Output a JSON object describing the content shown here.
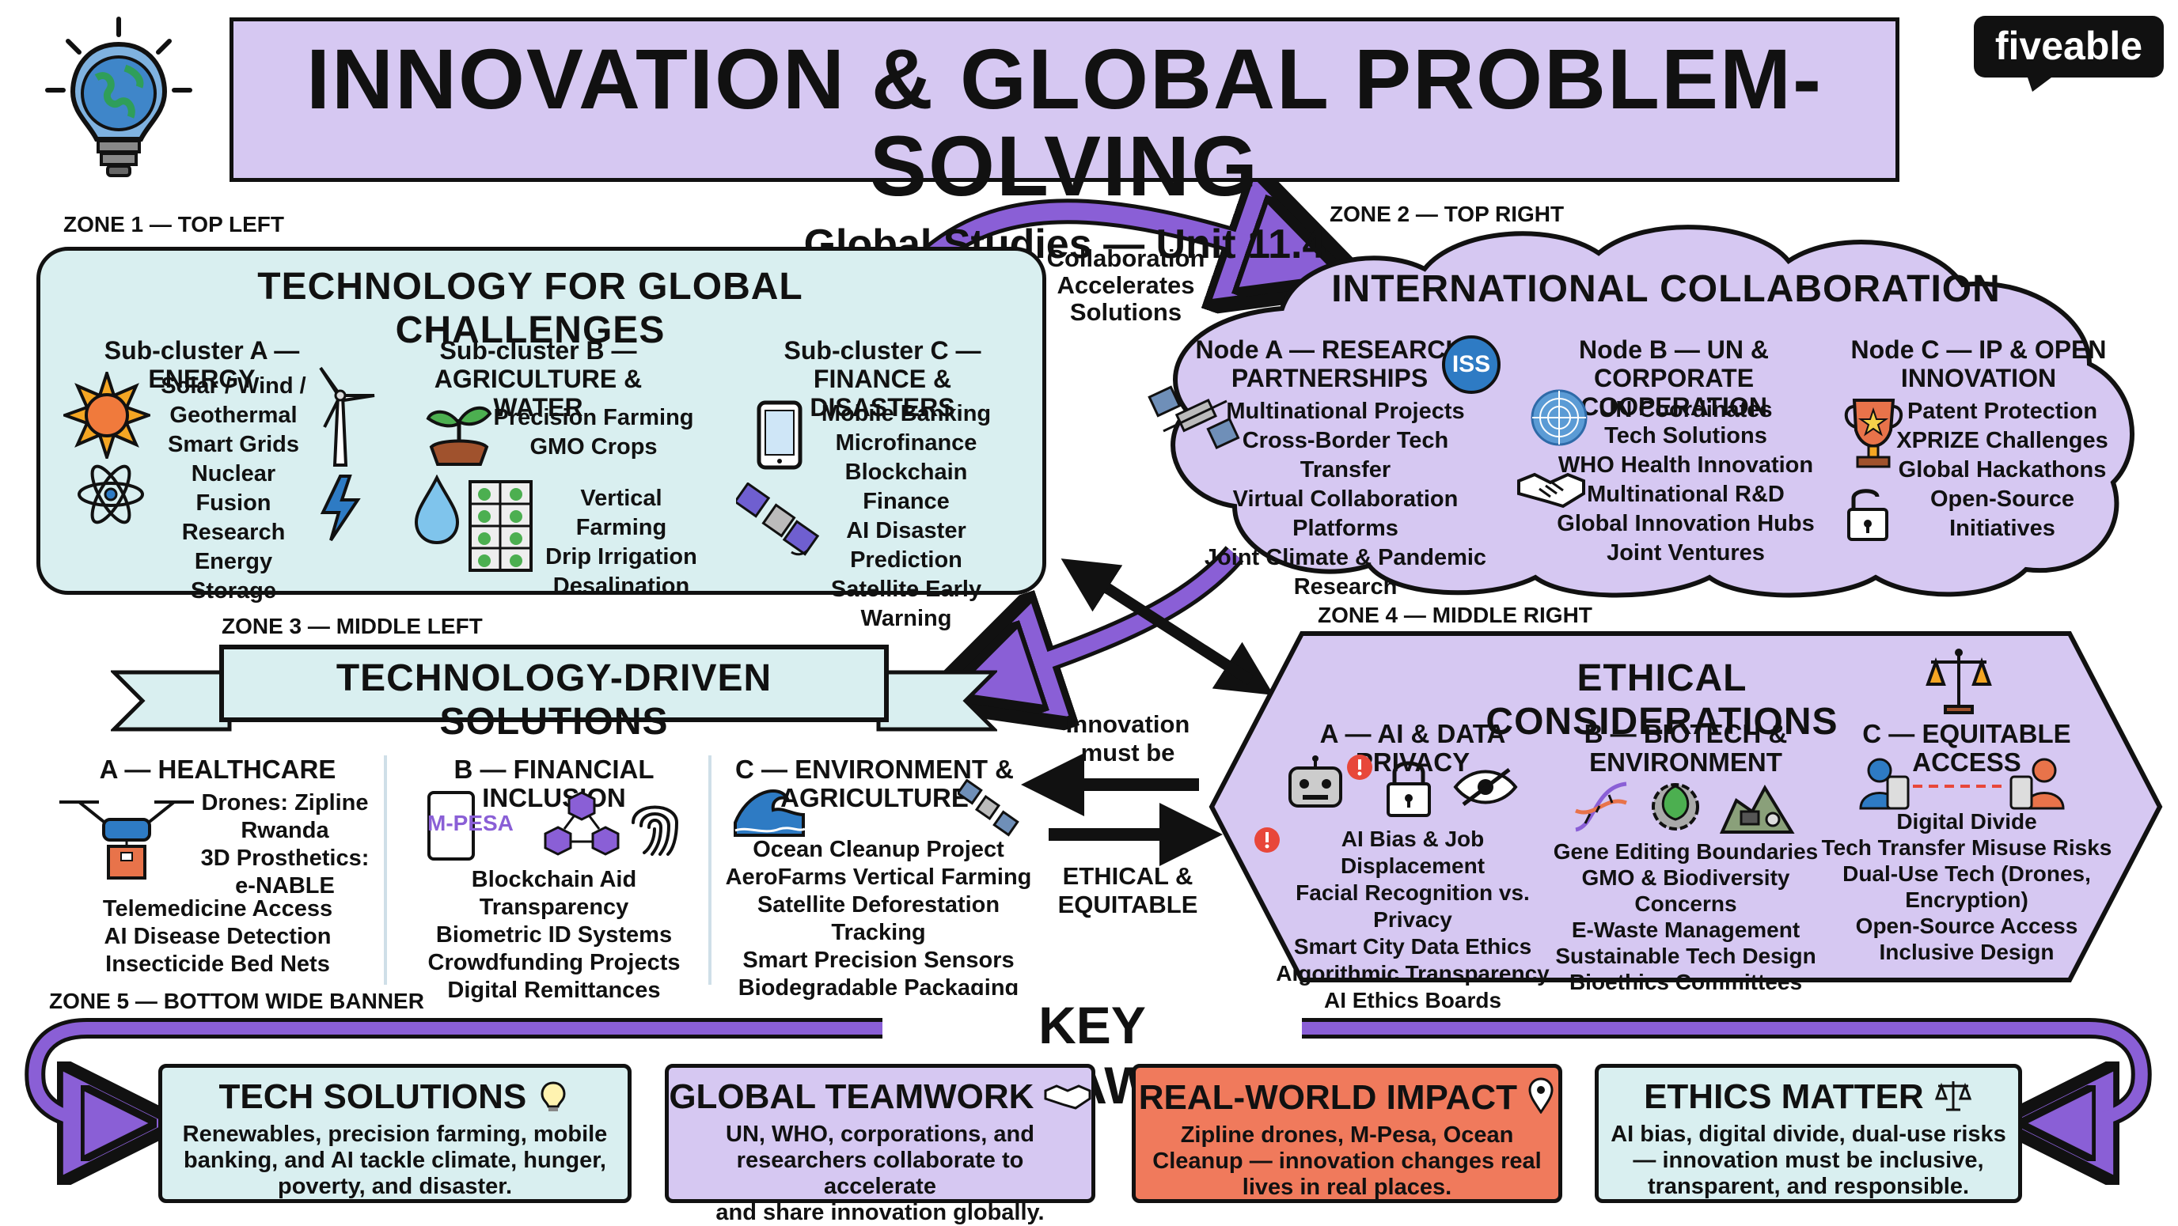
{
  "header": {
    "title": "INNOVATION & GLOBAL PROBLEM-SOLVING",
    "subtitle": "Global Studies — Unit 11.4",
    "logo": "fiveable"
  },
  "zone1": {
    "label": "ZONE 1 — TOP LEFT",
    "title": "TECHNOLOGY FOR GLOBAL CHALLENGES",
    "a": {
      "heading": "Sub-cluster A — ENERGY",
      "items": [
        "Solar / Wind /",
        "Geothermal",
        "Smart Grids",
        "Nuclear Fusion",
        "Research",
        "Energy Storage"
      ]
    },
    "b": {
      "heading": [
        "Sub-cluster B —",
        "AGRICULTURE & WATER"
      ],
      "items": [
        "Precision Farming",
        "GMO Crops"
      ],
      "items2": [
        "Vertical Farming",
        "Drip Irrigation",
        "Desalination"
      ]
    },
    "c": {
      "heading": [
        "Sub-cluster C —",
        "FINANCE & DISASTERS"
      ],
      "items": [
        "Mobile Banking",
        "Microfinance",
        "Blockchain Finance",
        "AI Disaster Prediction",
        "Satellite Early",
        "Warning"
      ]
    }
  },
  "connector": {
    "collab": [
      "Collaboration",
      "Accelerates",
      "Solutions"
    ],
    "innovation": [
      "Innovation",
      "must be"
    ],
    "ethical": [
      "ETHICAL &",
      "EQUITABLE"
    ]
  },
  "zone2": {
    "label": "ZONE 2 — TOP RIGHT",
    "title": "INTERNATIONAL COLLABORATION",
    "iss": "ISS",
    "a": {
      "heading": [
        "Node A — RESEARCH",
        "PARTNERSHIPS"
      ],
      "items": [
        "Multinational Projects",
        "Cross-Border Tech Transfer",
        "Virtual Collaboration Platforms",
        "Joint Climate & Pandemic",
        "Research"
      ]
    },
    "b": {
      "heading": [
        "Node B — UN & CORPORATE",
        "COOPERATION"
      ],
      "items": [
        "UN Coordinates",
        "Tech Solutions",
        "WHO Health Innovation",
        "Multinational R&D",
        "Global Innovation Hubs",
        "Joint Ventures"
      ]
    },
    "c": {
      "heading": [
        "Node C — IP & OPEN",
        "INNOVATION"
      ],
      "items": [
        "Patent Protection",
        "XPRIZE Challenges",
        "Global Hackathons",
        "Open-Source Initiatives"
      ]
    }
  },
  "zone3": {
    "label": "ZONE 3 — MIDDLE LEFT",
    "title": "TECHNOLOGY-DRIVEN SOLUTIONS",
    "a": {
      "heading": [
        "A — HEALTHCARE"
      ],
      "items_side": [
        "Drones: Zipline",
        "Rwanda",
        "3D Prosthetics:",
        "e-NABLE"
      ],
      "items": [
        "Telemedicine Access",
        "AI Disease Detection",
        "Insecticide Bed Nets"
      ]
    },
    "b": {
      "heading": [
        "B — FINANCIAL INCLUSION"
      ],
      "mpesa": "M-PESA",
      "items": [
        "Blockchain Aid Transparency",
        "Biometric ID Systems",
        "Crowdfunding Projects",
        "Digital Remittances"
      ]
    },
    "c": {
      "heading": [
        "C — ENVIRONMENT &",
        "AGRICULTURE"
      ],
      "items": [
        "Ocean Cleanup Project",
        "AeroFarms Vertical Farming",
        "Satellite Deforestation Tracking",
        "Smart Precision Sensors",
        "Biodegradable Packaging"
      ]
    }
  },
  "zone4": {
    "label": "ZONE 4 — MIDDLE RIGHT",
    "title": "ETHICAL CONSIDERATIONS",
    "a": {
      "heading": [
        "A — AI & DATA PRIVACY"
      ],
      "items": [
        "AI Bias & Job Displacement",
        "Facial Recognition vs. Privacy",
        "Smart City Data Ethics",
        "Algorithmic Transparency",
        "AI Ethics Boards"
      ]
    },
    "b": {
      "heading": [
        "B — BIOTECH &",
        "ENVIRONMENT"
      ],
      "items": [
        "Gene Editing Boundaries",
        "GMO & Biodiversity Concerns",
        "E-Waste Management",
        "Sustainable Tech Design",
        "Bioethics Committees"
      ]
    },
    "c": {
      "heading": [
        "C — EQUITABLE ACCESS"
      ],
      "items": [
        "Digital Divide",
        "Tech Transfer Misuse Risks",
        "Dual-Use Tech (Drones,",
        "Encryption)",
        "Open-Source Access",
        "Inclusive Design"
      ]
    }
  },
  "zone5": {
    "label": "ZONE 5 — BOTTOM WIDE BANNER",
    "title": "KEY TAKEAWAYS",
    "cards": [
      {
        "title": "TECH SOLUTIONS",
        "text": [
          "Renewables, precision farming, mobile",
          "banking, and AI tackle climate, hunger,",
          "poverty, and disaster."
        ]
      },
      {
        "title": "GLOBAL TEAMWORK",
        "text": [
          "UN, WHO, corporations, and",
          "researchers collaborate to accelerate",
          "and share innovation globally."
        ]
      },
      {
        "title": "REAL-WORLD IMPACT",
        "text": [
          "Zipline drones, M-Pesa, Ocean",
          "Cleanup — innovation changes real",
          "lives in real places."
        ]
      },
      {
        "title": "ETHICS MATTER",
        "text": [
          "AI bias, digital divide, dual-use risks",
          "— innovation must be inclusive,",
          "transparent, and responsible."
        ]
      }
    ]
  },
  "colors": {
    "lavender": "#d6c8f2",
    "teal": "#d9eff0",
    "coral": "#f07a5c",
    "purple": "#8a5fd6",
    "orange": "#f5a623",
    "blue": "#2e7bc4"
  }
}
